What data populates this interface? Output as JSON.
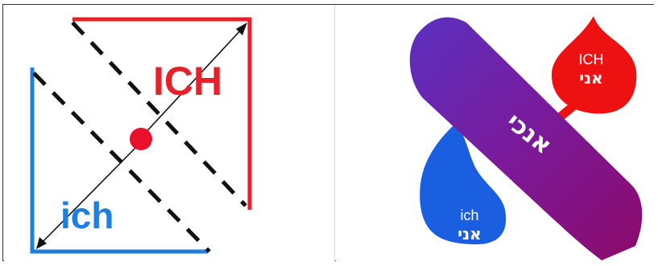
{
  "left_diagram": {
    "upper_label": "ICH",
    "lower_label": "ich",
    "colors": {
      "upper": "#e8202a",
      "lower": "#1e7fe0",
      "dashes": "#111111",
      "center_dot": "#e8102a"
    }
  },
  "right_diagram": {
    "diagonal_text": "אנכי",
    "upper_flag": {
      "latin": "ICH",
      "hebrew": "אני"
    },
    "lower_flag": {
      "latin": "ich",
      "hebrew": "אני"
    },
    "colors": {
      "red": "#ee1111",
      "blue": "#1a5fe0",
      "gradient_start": "#6a2ab8",
      "gradient_end": "#8a0a6a"
    }
  }
}
